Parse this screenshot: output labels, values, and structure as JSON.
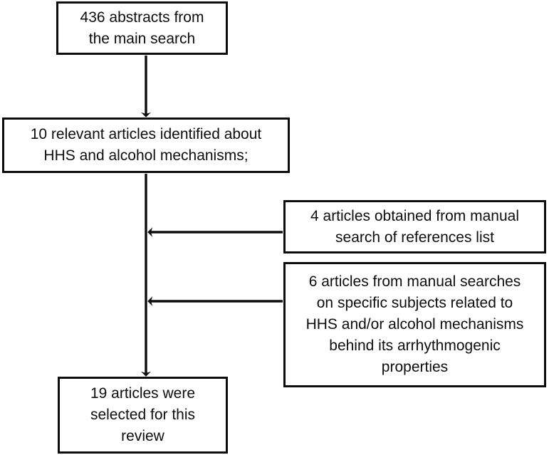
{
  "diagram": {
    "type": "flowchart",
    "title_text": "",
    "background_color": "#ffffff",
    "stroke_color": "#0d0d0d",
    "text_color": "#0d0d0d",
    "nodes": [
      {
        "id": "abstracts",
        "text": "436 abstracts from\nthe main search",
        "count": 436
      },
      {
        "id": "relevant",
        "text": "10 relevant articles identified about\nHHS and alcohol mechanisms;",
        "count": 10
      },
      {
        "id": "manual_refs",
        "text": "4 articles obtained from manual\nsearch of references list",
        "count": 4
      },
      {
        "id": "manual_subjects",
        "text": "6 articles from manual searches\non specific subjects related to\nHHS and/or alcohol mechanisms\nbehind its arrhythmogenic\nproperties",
        "count": 6
      },
      {
        "id": "selected",
        "text": "19 articles were\nselected for this\nreview",
        "count": 19
      }
    ],
    "edges": [
      {
        "id": "edge-abstracts-to-relevant",
        "from": "abstracts",
        "to": "relevant",
        "direction": "down",
        "label": ""
      },
      {
        "id": "edge-relevant-to-selected",
        "from": "relevant",
        "to": "selected",
        "direction": "down",
        "label": ""
      },
      {
        "id": "edge-manual-refs-to-spine",
        "from": "manual_refs",
        "to": "relevant-spine",
        "direction": "left",
        "label": ""
      },
      {
        "id": "edge-manual-subjects-to-spine",
        "from": "manual_subjects",
        "to": "relevant-spine",
        "direction": "left",
        "label": ""
      }
    ]
  }
}
